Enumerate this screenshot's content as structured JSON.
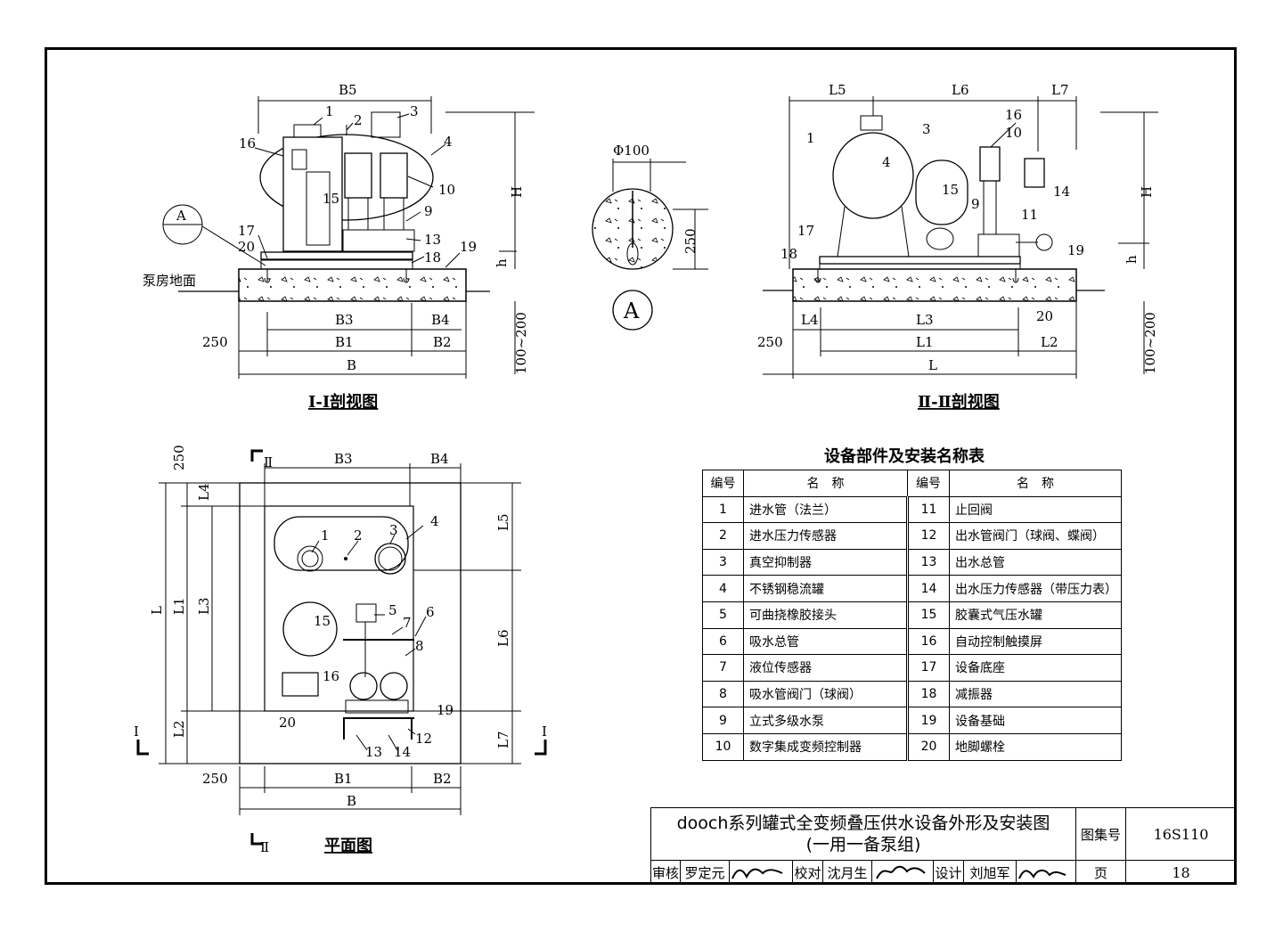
{
  "section_1": {
    "caption": "Ⅰ-Ⅰ剖视图",
    "ground_label": "泵房地面",
    "section_mark": "A",
    "dims": {
      "B5": "B5",
      "B3": "B3",
      "B4": "B4",
      "B1": "B1",
      "B2": "B2",
      "B": "B",
      "H": "H",
      "h": "h",
      "d250": "250",
      "d100_200": "100~200"
    },
    "part_numbers": [
      "1",
      "2",
      "3",
      "4",
      "10",
      "16",
      "15",
      "9",
      "13",
      "17",
      "20",
      "18",
      "19"
    ]
  },
  "detail_a": {
    "diameter": "Φ100",
    "depth": "250",
    "mark": "A"
  },
  "section_2": {
    "caption": "Ⅱ-Ⅱ剖视图",
    "dims": {
      "L5": "L5",
      "L6": "L6",
      "L7": "L7",
      "L4": "L4",
      "L3": "L3",
      "L1": "L1",
      "L2": "L2",
      "L": "L",
      "H": "H",
      "h": "h",
      "d250": "250",
      "d100_200": "100~200"
    },
    "part_numbers": [
      "16",
      "10",
      "1",
      "3",
      "4",
      "15",
      "9",
      "11",
      "14",
      "17",
      "18",
      "19",
      "20"
    ]
  },
  "plan": {
    "caption": "平面图",
    "section_marks": {
      "top": "Ⅱ",
      "bottom": "Ⅱ",
      "left": "Ⅰ",
      "right": "Ⅰ"
    },
    "dims": {
      "B3": "B3",
      "B4": "B4",
      "B1": "B1",
      "B2": "B2",
      "B": "B",
      "L": "L",
      "L1": "L1",
      "L2": "L2",
      "L3": "L3",
      "L4": "L4",
      "L5": "L5",
      "L6": "L6",
      "L7": "L7",
      "d250_top": "250",
      "d250_bottom": "250"
    },
    "part_numbers": [
      "1",
      "2",
      "3",
      "4",
      "5",
      "6",
      "7",
      "8",
      "15",
      "16",
      "20",
      "19",
      "12",
      "13",
      "14"
    ]
  },
  "parts_table": {
    "title": "设备部件及安装名称表",
    "headers": [
      "编号",
      "名　称",
      "编号",
      "名　称"
    ],
    "rows": [
      {
        "n1": "1",
        "name1": "进水管（法兰）",
        "n2": "11",
        "name2": "止回阀"
      },
      {
        "n1": "2",
        "name1": "进水压力传感器",
        "n2": "12",
        "name2": "出水管阀门（球阀、蝶阀）"
      },
      {
        "n1": "3",
        "name1": "真空抑制器",
        "n2": "13",
        "name2": "出水总管"
      },
      {
        "n1": "4",
        "name1": "不锈钢稳流罐",
        "n2": "14",
        "name2": "出水压力传感器（带压力表）"
      },
      {
        "n1": "5",
        "name1": "可曲挠橡胶接头",
        "n2": "15",
        "name2": "胶囊式气压水罐"
      },
      {
        "n1": "6",
        "name1": "吸水总管",
        "n2": "16",
        "name2": "自动控制触摸屏"
      },
      {
        "n1": "7",
        "name1": "液位传感器",
        "n2": "17",
        "name2": "设备底座"
      },
      {
        "n1": "8",
        "name1": "吸水管阀门（球阀）",
        "n2": "18",
        "name2": "减振器"
      },
      {
        "n1": "9",
        "name1": "立式多级水泵",
        "n2": "19",
        "name2": "设备基础"
      },
      {
        "n1": "10",
        "name1": "数字集成变频控制器",
        "n2": "20",
        "name2": "地脚螺栓"
      }
    ]
  },
  "title_block": {
    "title_line1": "dooch系列罐式全变频叠压供水设备外形及安装图",
    "title_line2": "(一用一备泵组)",
    "atlas_label": "图集号",
    "atlas_no": "16S110",
    "review_label": "审核",
    "reviewer": "罗定元",
    "check_label": "校对",
    "checker": "沈月生",
    "design_label": "设计",
    "designer": "刘旭军",
    "page_label": "页",
    "page_no": "18"
  }
}
